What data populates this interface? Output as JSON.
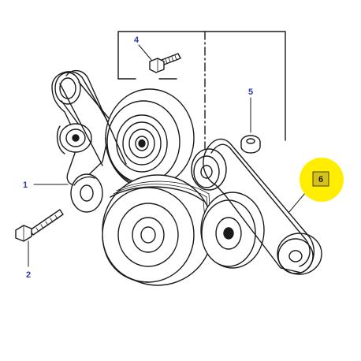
{
  "colors": {
    "callout": "#2b3aa8",
    "line": "#1a1a1a",
    "highlight": "#ffee00",
    "highlight_box": "#d4c21a"
  },
  "callouts": [
    {
      "id": "1",
      "label": "1"
    },
    {
      "id": "2",
      "label": "2"
    },
    {
      "id": "4",
      "label": "4"
    },
    {
      "id": "5",
      "label": "5"
    },
    {
      "id": "6",
      "label": "6",
      "highlighted": true
    }
  ]
}
